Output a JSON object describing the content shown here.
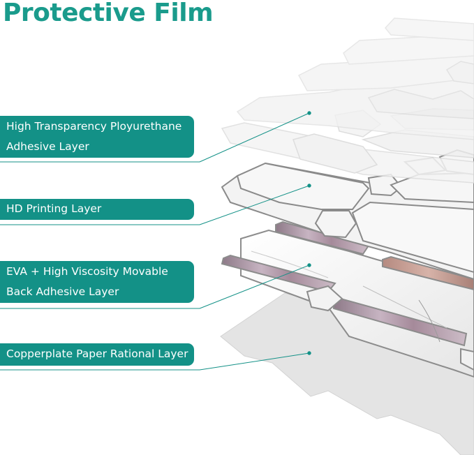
{
  "header": {
    "title": "Protective Film"
  },
  "layers": [
    {
      "lines": [
        "High Transparency Ployurethane",
        "Adhesive Layer"
      ]
    },
    {
      "lines": [
        "HD Printing Layer"
      ]
    },
    {
      "lines": [
        "EVA + High Viscosity Movable",
        "Back Adhesive Layer"
      ]
    },
    {
      "lines": [
        "Copperplate Paper Rational Layer"
      ]
    }
  ],
  "colors": {
    "accent": "#139187",
    "title": "#1a9b8c",
    "marble": "#f2f2f1",
    "grout": "#8c8c8c",
    "pearl": "#a48f9b"
  }
}
